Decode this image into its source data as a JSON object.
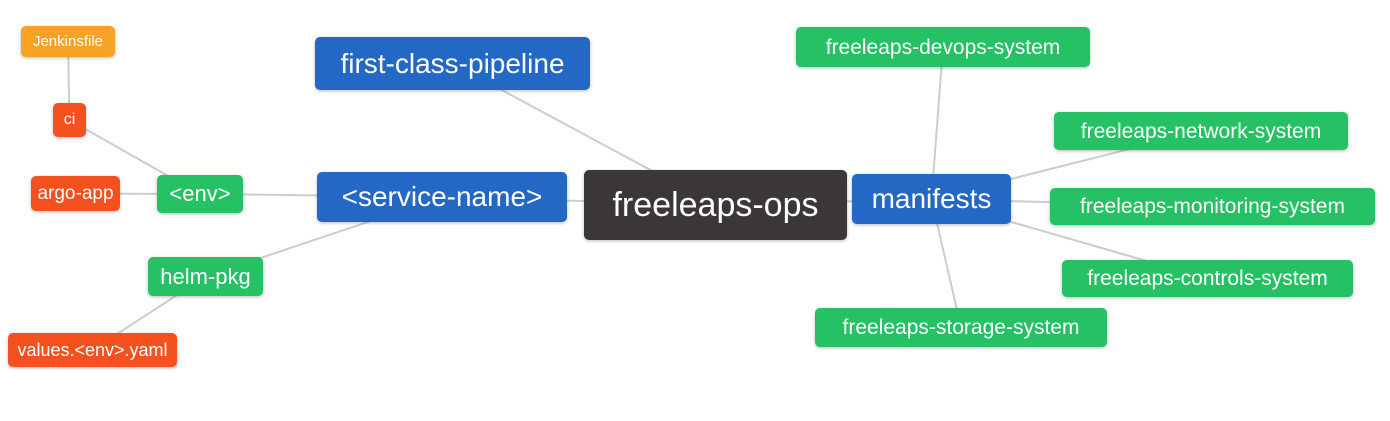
{
  "diagram": {
    "background": "#ffffff",
    "edge_color": "#cdcdcd",
    "edge_width": 2,
    "colors": {
      "blue": "#2268c4",
      "green": "#25c164",
      "orange": "#f8a326",
      "red": "#f4511e",
      "dark": "#3b3737"
    },
    "nodes": {
      "jenkinsfile": {
        "label": "Jenkinsfile",
        "color": "orange"
      },
      "ci": {
        "label": "ci",
        "color": "red"
      },
      "argo_app": {
        "label": "argo-app",
        "color": "red"
      },
      "env": {
        "label": "<env>",
        "color": "green"
      },
      "helm_pkg": {
        "label": "helm-pkg",
        "color": "green"
      },
      "values_yaml": {
        "label": "values.<env>.yaml",
        "color": "red"
      },
      "first_class_pipeline": {
        "label": "first-class-pipeline",
        "color": "blue"
      },
      "service_name": {
        "label": "<service-name>",
        "color": "blue"
      },
      "freeleaps_ops": {
        "label": "freeleaps-ops",
        "color": "dark"
      },
      "manifests": {
        "label": "manifests",
        "color": "blue"
      },
      "devops_system": {
        "label": "freeleaps-devops-system",
        "color": "green"
      },
      "network_system": {
        "label": "freeleaps-network-system",
        "color": "green"
      },
      "monitoring_system": {
        "label": "freeleaps-monitoring-system",
        "color": "green"
      },
      "controls_system": {
        "label": "freeleaps-controls-system",
        "color": "green"
      },
      "storage_system": {
        "label": "freeleaps-storage-system",
        "color": "green"
      }
    },
    "edges": [
      [
        "jenkinsfile",
        "ci"
      ],
      [
        "ci",
        "env"
      ],
      [
        "argo_app",
        "env"
      ],
      [
        "env",
        "service_name"
      ],
      [
        "service_name",
        "helm_pkg"
      ],
      [
        "helm_pkg",
        "values_yaml"
      ],
      [
        "first_class_pipeline",
        "freeleaps_ops"
      ],
      [
        "service_name",
        "freeleaps_ops"
      ],
      [
        "freeleaps_ops",
        "manifests"
      ],
      [
        "manifests",
        "devops_system"
      ],
      [
        "manifests",
        "network_system"
      ],
      [
        "manifests",
        "monitoring_system"
      ],
      [
        "manifests",
        "controls_system"
      ],
      [
        "manifests",
        "storage_system"
      ]
    ]
  }
}
